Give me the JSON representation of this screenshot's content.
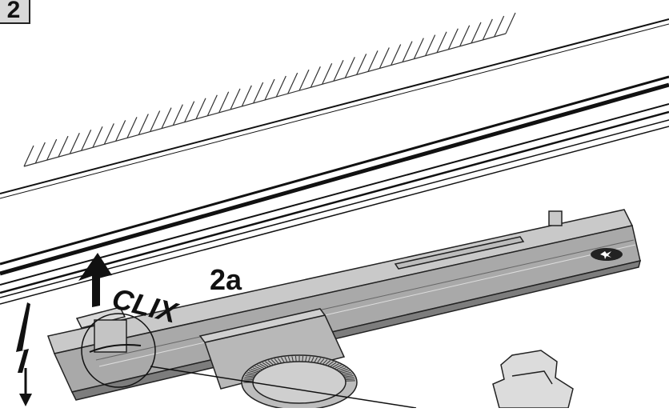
{
  "diagram": {
    "step_number": "2",
    "substep_label": "2a",
    "action_label": "CLIX"
  },
  "icons": {
    "lift_arrow": "arrow-up-icon",
    "electric_hazard": "lightning-arrow-icon",
    "brand_mark": "logo-icon"
  },
  "colors": {
    "line": "#111111",
    "rail_body": "#a9a9a9",
    "rail_shadow": "#7d7d7d",
    "rail_light": "#c9c9c9",
    "badge_bg": "#d9d9d9"
  }
}
